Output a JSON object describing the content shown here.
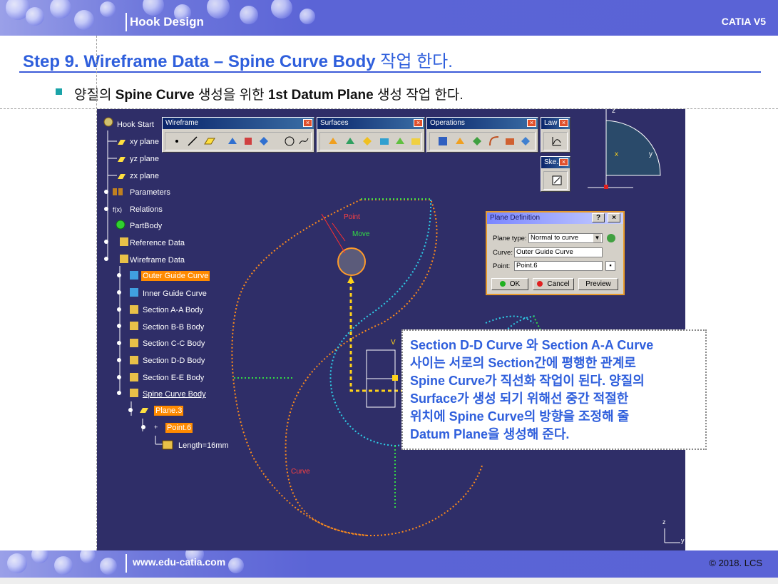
{
  "header": {
    "section_title": "Hook Design",
    "app_name": "CATIA V5"
  },
  "step": {
    "title_en": "Step 9. Wireframe Data – Spine Curve Body",
    "title_kr": " 작업 한다."
  },
  "bullet": {
    "part1": "양질의 ",
    "bold1": "Spine Curve",
    "part2": " 생성을 위한 ",
    "bold2": "1st Datum Plane",
    "part3": " 생성 작업 한다."
  },
  "tree": {
    "root": "Hook Start",
    "items": [
      "xy plane",
      "yz plane",
      "zx plane",
      "Parameters",
      "Relations",
      "PartBody",
      "Reference Data",
      "Wireframe Data",
      "Outer Guide Curve",
      "Inner Guide Curve",
      "Section A-A Body",
      "Section B-B Body",
      "Section C-C Body",
      "Section D-D Body",
      "Section E-E Body",
      "Spine Curve Body",
      "Plane.3",
      "Point.6",
      "Length=16mm"
    ]
  },
  "toolbars": {
    "wireframe": "Wireframe",
    "surfaces": "Surfaces",
    "operations": "Operations",
    "law": "Law",
    "sketcher": "Ske..."
  },
  "viewport_labels": {
    "point": "Point",
    "move": "Move",
    "curve": "Curve",
    "axis_z": "z",
    "axis_y": "y",
    "axis_x": "x",
    "triad_z": "z",
    "triad_y": "y",
    "v": "V"
  },
  "plane_dialog": {
    "title": "Plane Definition",
    "help_btn": "?",
    "close_btn": "×",
    "plane_type_label": "Plane type:",
    "plane_type_value": "Normal to curve",
    "curve_label": "Curve:",
    "curve_value": "Outer Guide Curve",
    "point_label": "Point:",
    "point_value": "Point.6",
    "ok": "OK",
    "cancel": "Cancel",
    "preview": "Preview"
  },
  "callout": {
    "lines": [
      "Section D-D Curve 와 Section A-A Curve",
      "사이는 서로의 Section간에 평행한 관계로",
      "Spine Curve가 직선화 작업이 된다. 양질의",
      "Surface가 생성 되기 위해선 중간 적절한",
      "위치에 Spine Curve의 방향을 조정해 줄",
      "Datum Plane을 생성해 준다."
    ]
  },
  "footer": {
    "url": "www.edu-catia.com",
    "copyright": "© 2018. LCS"
  },
  "colors": {
    "header_blue": "#5a63d6",
    "title_blue": "#2f5fdc",
    "viewport_bg": "#2f2e68",
    "selection_orange": "#ff8a00",
    "outer_curve": "#ff8c1a",
    "inner_curve": "#2ecfe8",
    "spine": "#ffd21a"
  }
}
